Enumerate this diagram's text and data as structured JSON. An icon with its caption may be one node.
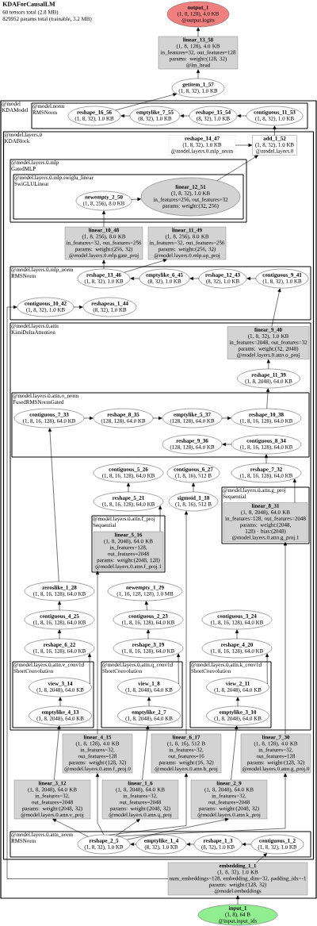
{
  "diagram": {
    "title": "KDAForCausalLM",
    "labels": [
      "60 tensors total (2.8 MB)",
      "829952 params total (trainable, 3.2 MB)"
    ],
    "nodes": [
      {
        "text": [
          "output_1",
          "(1, 8, 128), 4.0 KB",
          "@output.logits"
        ]
      },
      {
        "text": [
          "linear_13_58",
          "(1, 8, 128), 4.0 KB",
          "in_features=32, out_features=128",
          "params: weight:(128, 32)",
          "@lm_head"
        ]
      },
      {
        "text": [
          "getitem_1_57",
          "(1, 8, 32), 1.0 KB"
        ]
      },
      {
        "text": [
          "@model",
          "KDAModel"
        ]
      },
      {
        "text": [
          "@model.norm",
          "RMSNorm"
        ],
        "in": 3
      },
      {
        "text": [
          "reshape_16_56",
          "(1, 8, 32), 1.0 KB"
        ],
        "in": 4
      },
      {
        "text": [
          "emptylike_7_55",
          "(8, 32), 1.0 KB"
        ],
        "in": 4
      },
      {
        "text": [
          "reshape_15_54",
          "(8, 32), 1.0 KB"
        ],
        "in": 4
      },
      {
        "text": [
          "contiguous_11_53",
          "(1, 8, 32), 1.0 KB"
        ],
        "in": 4
      },
      {
        "text": [
          "@model.layers.0",
          "KDABlock"
        ],
        "in": 3
      },
      {
        "text": [
          "add_1_52",
          "(1, 8, 32), 1.0 KB",
          "@model.layers.0"
        ],
        "in": 9
      },
      {
        "text": [
          "@model.layers.0.mlp",
          "GatedMLP"
        ],
        "in": 9
      },
      {
        "text": [
          "@model.layers.0.mlp.swiglu_linear",
          "SwiGLULinear"
        ],
        "in": 11
      },
      {
        "text": [
          "linear_12_51",
          "(1, 8, 32), 1.0 KB",
          "in_features=256, out_features=32",
          "params: weight:(32, 256)"
        ],
        "in": 12
      },
      {
        "text": [
          "reshape_14_47",
          "(1, 8, 32), 1.0 KB",
          "@model.layers.0.mlp_norm"
        ],
        "in": 9
      },
      {
        "text": [
          "newempty_2_50",
          "(1, 8, 256), 8.0 KB"
        ],
        "in": 12
      },
      {
        "text": [
          "linear_10_48",
          "(1, 8, 256), 8.0 KB",
          "in_features=32, out_features=256",
          "params: weight:(256, 32)",
          "@model.layers.0.mlp.gate_proj"
        ],
        "in": 9
      },
      {
        "text": [
          "linear_11_49",
          "(1, 8, 256), 8.0 KB",
          "in_features=32, out_features=256",
          "params: weight:(256, 32)",
          "@model.layers.0.mlp.up_proj"
        ],
        "in": 9
      },
      {
        "text": [
          "@model.layers.0.mlp_norm",
          "RMSNorm"
        ],
        "in": 9
      },
      {
        "text": [
          "reshape_13_46",
          "(1, 8, 32), 1.0 KB"
        ],
        "in": 18
      },
      {
        "text": [
          "emptylike_6_45",
          "(8, 32), 1.0 KB"
        ],
        "in": 18
      },
      {
        "text": [
          "reshape_12_43",
          "(8, 32), 1.0 KB"
        ],
        "in": 18
      },
      {
        "text": [
          "reshapeas_1_44",
          "(8, 32), 1.0 KB"
        ],
        "in": 18
      },
      {
        "text": [
          "contiguous_9_41",
          "(1, 8, 32), 1.0 KB"
        ],
        "in": 18
      },
      {
        "text": [
          "contiguous_10_42",
          "(1, 8, 32), 1.0 KB"
        ],
        "in": 18
      },
      {
        "text": [
          "@model.layers.0.attn",
          "KimiDeltaAttention"
        ],
        "in": 9
      },
      {
        "text": [
          "linear_9_40",
          "(1, 8, 32), 1.0 KB",
          "in_features=2048, out_features=32",
          "params: weight:(32, 2048)",
          "@model.layers.0.attn.o_proj"
        ],
        "in": 25
      },
      {
        "text": [
          "reshape_11_39",
          "(1, 8, 2048), 64.0 KB"
        ],
        "in": 25
      },
      {
        "text": [
          "@model.layers.0.attn.o_norm",
          "FusedRMSNormGated"
        ],
        "in": 25
      },
      {
        "text": [
          "reshape_10_38",
          "(1, 8, 16, 128), 64.0 KB"
        ],
        "in": 28
      },
      {
        "text": [
          "emptylike_5_37",
          "(128, 128), 64.0 KB"
        ],
        "in": 28
      },
      {
        "text": [
          "reshape_8_35",
          "(128, 128), 64.0 KB"
        ],
        "in": 28
      },
      {
        "text": [
          "reshape_9_36",
          "(128, 128), 64.0 KB"
        ],
        "in": 28
      },
      {
        "text": [
          "contiguous_7_33",
          "(1, 8, 16, 128), 64.0 KB"
        ],
        "in": 28
      },
      {
        "text": [
          "contiguous_8_34",
          "(1, 8, 16, 128), 64.0 KB"
        ],
        "in": 28
      },
      {
        "text": [
          "newempty_1_29",
          "(1, 16, 128, 128), 1.0 MB"
        ],
        "in": 25
      },
      {
        "text": [
          "zeroslike_1_28",
          "(1, 8, 16, 128), 64.0 KB"
        ],
        "in": 25
      },
      {
        "text": [
          "reshape_7_32",
          "(1, 8, 16, 128), 64.0 KB"
        ],
        "in": 25
      },
      {
        "text": [
          "@model.layers.0.attn.g_proj",
          "Sequential"
        ],
        "in": 25
      },
      {
        "text": [
          "linear_8_31",
          "(1, 8, 2048), 64.0 KB",
          "in_features=128, out_features=2048",
          "params: weight:(2048, 128) · bias:(2048)",
          "@model.layers.0.attn.g_proj.1"
        ],
        "in": 38
      },
      {
        "text": [
          "contiguous_2_23",
          "(1, 8, 16, 128), 64.0 KB"
        ],
        "in": 25
      },
      {
        "text": [
          "contiguous_3_24",
          "(1, 8, 16, 128), 64.0 KB"
        ],
        "in": 25
      },
      {
        "text": [
          "contiguous_4_25",
          "(1, 8, 16, 128), 64.0 KB"
        ],
        "in": 25
      },
      {
        "text": [
          "contiguous_5_26",
          "(1, 8, 16, 128), 64.0 KB"
        ],
        "in": 25
      },
      {
        "text": [
          "reshape_3_19",
          "(1, 8, 16, 128), 64.0 KB"
        ],
        "in": 25
      },
      {
        "text": [
          "reshape_4_20",
          "(1, 8, 16, 128), 64.0 KB"
        ],
        "in": 25
      },
      {
        "text": [
          "reshape_6_22",
          "(1, 8, 16, 128), 64.0 KB"
        ],
        "in": 25
      },
      {
        "text": [
          "@model.layers.0.attn.q_conv1d",
          "ShortConvolution"
        ],
        "in": 25
      },
      {
        "text": [
          "view_1_8",
          "(1, 8, 2048), 64.0 KB"
        ],
        "in": 47
      },
      {
        "text": [
          "emptylike_2_7",
          "(1, 8, 2048), 64.0 KB"
        ],
        "in": 47
      },
      {
        "text": [
          "@model.layers.0.attn.k_conv1d",
          "ShortConvolution"
        ],
        "in": 25
      },
      {
        "text": [
          "view_2_11",
          "(1, 8, 2048), 64.0 KB"
        ],
        "in": 50
      },
      {
        "text": [
          "emptylike_3_10",
          "(1, 8, 2048), 64.0 KB"
        ],
        "in": 50
      },
      {
        "text": [
          "@model.layers.0.attn.v_conv1d",
          "ShortConvolution"
        ],
        "in": 25
      },
      {
        "text": [
          "view_3_14",
          "(1, 8, 2048), 64.0 KB"
        ],
        "in": 53
      },
      {
        "text": [
          "emptylike_4_13",
          "(1, 8, 2048), 64.0 KB"
        ],
        "in": 53
      },
      {
        "text": [
          "reshape_5_21",
          "(1, 8, 16, 128), 64.0 KB"
        ],
        "in": 25
      },
      {
        "text": [
          "contiguous_6_27",
          "(1, 8, 16), 512 B"
        ],
        "in": 25
      },
      {
        "text": [
          "@model.layers.0.attn.f_proj",
          "Sequential"
        ],
        "in": 25
      },
      {
        "text": [
          "linear_5_16",
          "(1, 8, 2048), 64.0 KB",
          "in_features=128, out_features=2048",
          "params: weight:(2048, 128)",
          "@model.layers.0.attn.f_proj.1"
        ],
        "in": 58
      },
      {
        "text": [
          "sigmoid_1_18",
          "(1, 8, 16), 512 B"
        ],
        "in": 25
      },
      {
        "text": [
          "linear_1_6",
          "(1, 8, 2048), 64.0 KB",
          "in_features=32, out_features=2048",
          "params: weight:(2048, 32)",
          "@model.layers.0.attn.q_proj"
        ],
        "in": 9
      },
      {
        "text": [
          "linear_2_9",
          "(1, 8, 2048), 64.0 KB",
          "in_features=32, out_features=2048",
          "params: weight:(2048, 32)",
          "@model.layers.0.attn.k_proj"
        ],
        "in": 9
      },
      {
        "text": [
          "linear_3_12",
          "(1, 8, 2048), 64.0 KB",
          "in_features=32, out_features=2048",
          "params: weight:(2048, 32)",
          "@model.layers.0.attn.v_proj"
        ],
        "in": 9
      },
      {
        "text": [
          "linear_4_15",
          "(1, 8, 128), 4.0 KB",
          "in_features=32, out_features=128",
          "params: weight:(128, 32)",
          "@model.layers.0.attn.f_proj.0"
        ],
        "in": 9
      },
      {
        "text": [
          "linear_6_17",
          "(1, 8, 16), 512 B",
          "in_features=32, out_features=16",
          "params: weight:(16, 32)",
          "@model.layers.0.attn.b_proj"
        ],
        "in": 9
      },
      {
        "text": [
          "linear_7_30",
          "(1, 8, 128), 4.0 KB",
          "in_features=32, out_features=128",
          "params: weight:(128, 32)",
          "@model.layers.0.attn.g_proj.0"
        ],
        "in": 9
      },
      {
        "text": [
          "@model.layers.0.attn_norm",
          "RMSNorm"
        ],
        "in": 9
      },
      {
        "text": [
          "reshape_2_5",
          "(1, 8, 32), 1.0 KB"
        ],
        "in": 67
      },
      {
        "text": [
          "emptylike_1_4",
          "(8, 32), 1.0 KB"
        ],
        "in": 67
      },
      {
        "text": [
          "reshape_1_3",
          "(8, 32), 1.0 KB"
        ],
        "in": 67
      },
      {
        "text": [
          "contiguous_1_2",
          "(1, 8, 32), 1.0 KB"
        ],
        "in": 67
      },
      {
        "text": [
          "embedding_1_1",
          "(1, 8, 32), 1.0 KB",
          "num_embeddings=128, embedding_dim=32, padding_idx=-1",
          "params: weight:(128, 32)",
          "@model.embeddings"
        ],
        "in": 3
      },
      {
        "text": [
          "input_1",
          "(1, 8), 64 B",
          "@input.input_ids"
        ]
      }
    ],
    "edges": [
      {
        "from": 73,
        "to": 72,
        "arrow": "to"
      },
      {
        "from": 72,
        "to": 71,
        "arrow": "to"
      },
      {
        "from": 72,
        "to": 24,
        "arrow": "to"
      },
      {
        "from": 71,
        "to": 70,
        "arrow": "to"
      },
      {
        "from": 70,
        "to": 69,
        "arrow": "to"
      },
      {
        "from": 69,
        "to": 68,
        "arrow": "to"
      },
      {
        "from": 68,
        "to": 61,
        "arrow": "to"
      },
      {
        "from": 68,
        "to": 62,
        "arrow": "to"
      },
      {
        "from": 68,
        "to": 63,
        "arrow": "to"
      },
      {
        "from": 68,
        "to": 64,
        "arrow": "to"
      },
      {
        "from": 68,
        "to": 65,
        "arrow": "to"
      },
      {
        "from": 68,
        "to": 66,
        "arrow": "to"
      },
      {
        "from": 61,
        "to": 49,
        "arrow": "to"
      },
      {
        "from": 49,
        "to": 48,
        "arrow": "to"
      },
      {
        "from": 48,
        "to": 44,
        "arrow": "to"
      },
      {
        "from": 44,
        "to": 40,
        "arrow": "to"
      },
      {
        "from": 40,
        "to": 35,
        "arrow": "to"
      },
      {
        "from": 62,
        "to": 52,
        "arrow": "to"
      },
      {
        "from": 52,
        "to": 51,
        "arrow": "to"
      },
      {
        "from": 51,
        "to": 45,
        "arrow": "to"
      },
      {
        "from": 45,
        "to": 41,
        "arrow": "to"
      },
      {
        "from": 63,
        "to": 55,
        "arrow": "to"
      },
      {
        "from": 55,
        "to": 54,
        "arrow": "to"
      },
      {
        "from": 54,
        "to": 46,
        "arrow": "to"
      },
      {
        "from": 46,
        "to": 42,
        "arrow": "to"
      },
      {
        "from": 42,
        "to": 36,
        "arrow": "to"
      },
      {
        "from": 36,
        "to": 33,
        "arrow": "to"
      },
      {
        "from": 64,
        "to": 59,
        "arrow": "to"
      },
      {
        "from": 59,
        "to": 56,
        "arrow": "to"
      },
      {
        "from": 56,
        "to": 43,
        "arrow": "to"
      },
      {
        "from": 65,
        "to": 60,
        "arrow": "to"
      },
      {
        "from": 60,
        "to": 57,
        "arrow": "to"
      },
      {
        "from": 66,
        "to": 39,
        "arrow": "to"
      },
      {
        "from": 39,
        "to": 37,
        "arrow": "to"
      },
      {
        "from": 37,
        "to": 34,
        "arrow": "to"
      },
      {
        "from": 34,
        "to": 32,
        "arrow": "to"
      },
      {
        "from": 33,
        "to": 31,
        "arrow": "to"
      },
      {
        "from": 31,
        "to": 30,
        "arrow": "to"
      },
      {
        "from": 30,
        "to": 29,
        "arrow": "to"
      },
      {
        "from": 29,
        "to": 27,
        "arrow": "to"
      },
      {
        "from": 27,
        "to": 26,
        "arrow": "to"
      },
      {
        "from": 26,
        "to": 23,
        "arrow": "to"
      },
      {
        "from": 24,
        "to": 22,
        "arrow": "to"
      },
      {
        "from": 23,
        "to": 21,
        "arrow": "to"
      },
      {
        "from": 21,
        "to": 20,
        "arrow": "to"
      },
      {
        "from": 20,
        "to": 19,
        "arrow": "to"
      },
      {
        "from": 19,
        "to": 16,
        "arrow": "to"
      },
      {
        "from": 19,
        "to": 17,
        "arrow": "to"
      },
      {
        "from": 16,
        "to": 15,
        "arrow": "to"
      },
      {
        "from": 15,
        "to": 13,
        "arrow": "to"
      },
      {
        "from": 13,
        "to": 10,
        "arrow": "to"
      },
      {
        "from": 14,
        "to": 10,
        "arrow": "to"
      },
      {
        "from": 10,
        "to": 8,
        "arrow": "to"
      },
      {
        "from": 8,
        "to": 7,
        "arrow": "to"
      },
      {
        "from": 7,
        "to": 6,
        "arrow": "to"
      },
      {
        "from": 6,
        "to": 5,
        "arrow": "to"
      },
      {
        "from": 5,
        "to": 2,
        "arrow": "to"
      },
      {
        "from": 2,
        "to": 1,
        "arrow": "to"
      },
      {
        "from": 1,
        "to": 0,
        "arrow": "to"
      }
    ]
  }
}
